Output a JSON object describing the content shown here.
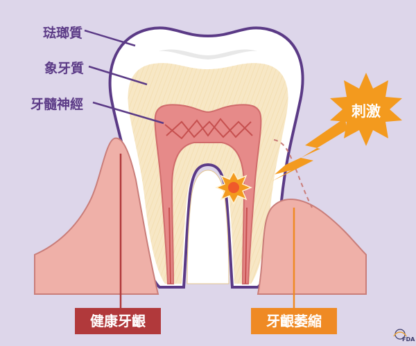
{
  "labels": {
    "enamel": "琺瑯質",
    "dentin": "象牙質",
    "pulp": "牙髓神經",
    "stimulus": "刺激"
  },
  "tags": {
    "healthy": "健康牙齦",
    "recession": "牙齦萎縮"
  },
  "logo": {
    "text": "FDA"
  },
  "colors": {
    "background": "#ddd6ea",
    "label_text": "#5b3a86",
    "gum": "#efb0a8",
    "gum_outline": "#c97d79",
    "pulp": "#e68a89",
    "dentin": "#f7e7c5",
    "enamel": "#ffffff",
    "burst": "#f39a1e",
    "healthy_tag": "#b1393b",
    "recession_tag": "#ef8a24"
  }
}
